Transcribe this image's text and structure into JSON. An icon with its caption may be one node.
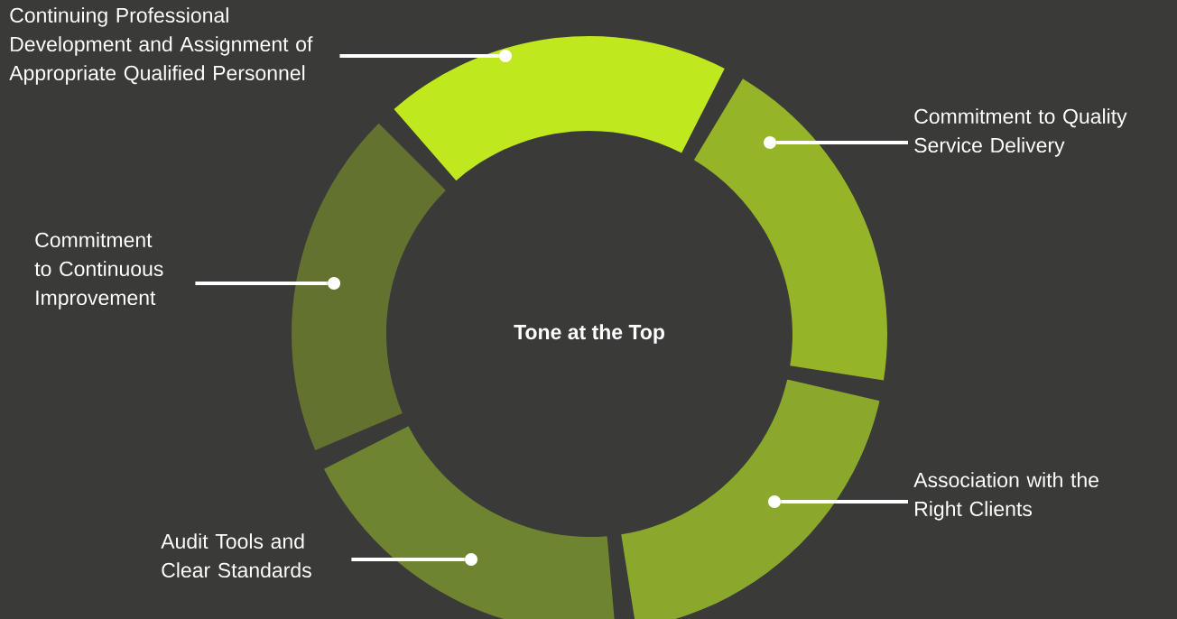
{
  "diagram": {
    "nodes": [
      {
        "text": [
          "Continuing Professional Development and Assignment of Appropriate Qualified Personnel"
        ]
      },
      {
        "text": [],
        "shape": "arc"
      },
      {
        "text": [],
        "shape": "circle",
        "in": 1
      },
      {
        "text": [
          "Commitment to Quality Service Delivery"
        ]
      },
      {
        "text": [],
        "shape": "arc"
      },
      {
        "text": [],
        "shape": "circle",
        "in": 4
      },
      {
        "text": [
          "Commitment to Continuous Improvement"
        ]
      },
      {
        "text": [],
        "shape": "arc"
      },
      {
        "text": [],
        "shape": "circle",
        "in": 7
      },
      {
        "text": [
          "Association with the Right Clients"
        ]
      },
      {
        "text": [],
        "shape": "arc"
      },
      {
        "text": [],
        "shape": "circle",
        "in": 10
      },
      {
        "text": [
          "Audit Tools and Clear Standards"
        ]
      },
      {
        "text": [],
        "shape": "arc"
      },
      {
        "text": [],
        "shape": "circle",
        "in": 13
      }
    ],
    "edges": [
      {
        "from": 0,
        "to": 2,
        "arrow": "none"
      },
      {
        "from": 3,
        "to": 5,
        "arrow": "none"
      },
      {
        "from": 6,
        "to": 8,
        "arrow": "none"
      },
      {
        "from": 9,
        "to": 11,
        "arrow": "none"
      },
      {
        "from": 12,
        "to": 14,
        "arrow": "none"
      }
    ],
    "labels": [
      "Tone at the Top"
    ]
  }
}
